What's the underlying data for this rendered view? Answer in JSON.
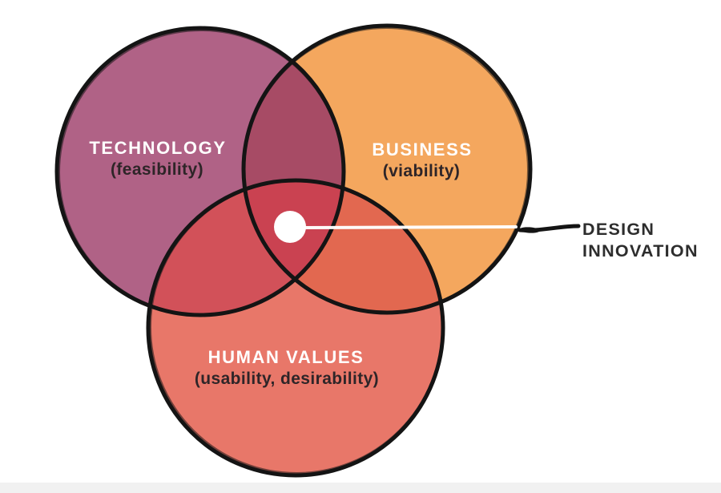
{
  "diagram": {
    "type": "venn-3-circle",
    "background": "#ffffff",
    "outline_color": "#141414",
    "circles": [
      {
        "name": "technology",
        "label": "TECHNOLOGY",
        "sublabel": "(feasibility)",
        "color": "#B06286",
        "label_color": "#ffffff",
        "sublabel_color": "#2e2528"
      },
      {
        "name": "business",
        "label": "BUSINESS",
        "sublabel": "(viability)",
        "color": "#F4A75E",
        "label_color": "#ffffff",
        "sublabel_color": "#2e2528"
      },
      {
        "name": "human-values",
        "label": "HUMAN VALUES",
        "sublabel": "(usability, desirability)",
        "color": "#E87769",
        "label_color": "#ffffff",
        "sublabel_color": "#2e2528"
      }
    ],
    "overlap_colors": {
      "technology_business": "#A74B65",
      "technology_human_values": "#D25159",
      "business_human_values": "#E26850",
      "triple": "#CA4251"
    },
    "callout": {
      "label_line1": "DESIGN",
      "label_line2": "INNOVATION",
      "text_color": "#2d2d2d",
      "marker_color": "#ffffff"
    }
  }
}
